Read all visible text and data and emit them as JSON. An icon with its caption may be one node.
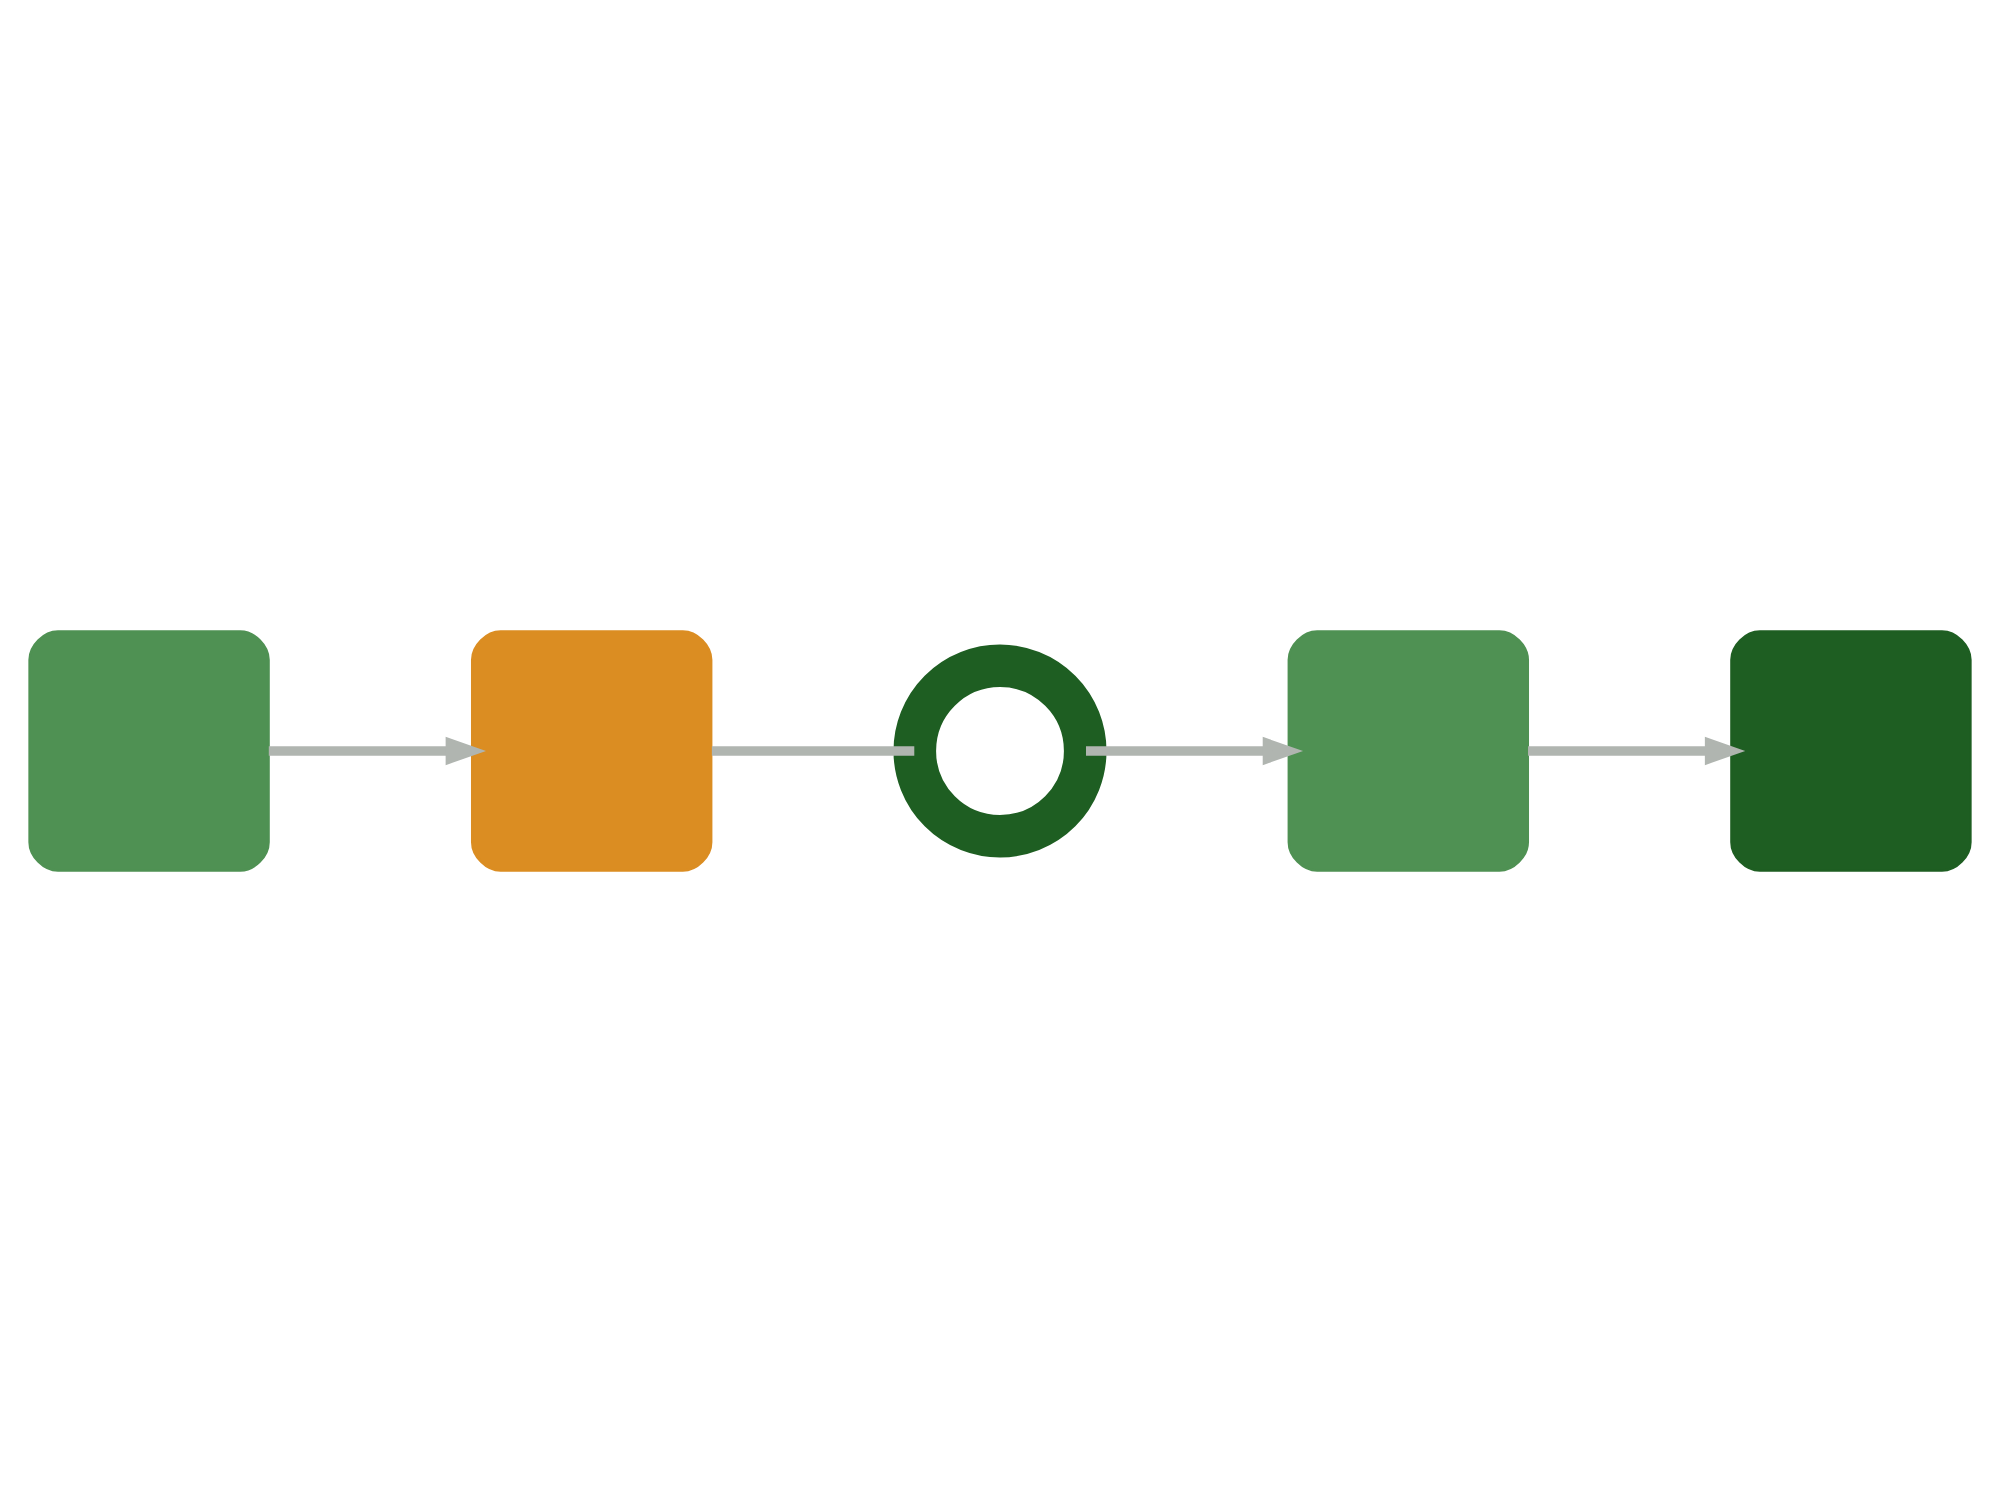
{
  "diagram": {
    "nodes": [
      {
        "text": [],
        "shape": "box"
      },
      {
        "text": [],
        "shape": "box"
      },
      {
        "text": [],
        "shape": "gear"
      },
      {
        "text": [],
        "shape": "box"
      },
      {
        "text": [],
        "shape": "box"
      }
    ],
    "edges": [
      {
        "from": 0,
        "to": 1,
        "arrow": "to"
      },
      {
        "from": 1,
        "to": 2,
        "arrow": "none"
      },
      {
        "from": 2,
        "to": 3,
        "arrow": "to"
      },
      {
        "from": 3,
        "to": 4,
        "arrow": "to"
      }
    ]
  }
}
